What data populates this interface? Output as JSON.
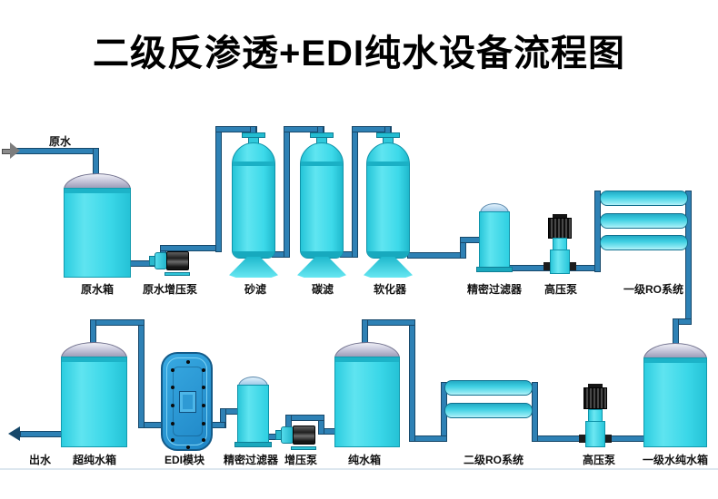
{
  "title": "二级反渗透+EDI纯水设备流程图",
  "labels": {
    "raw_water": "原水",
    "raw_water_tank": "原水箱",
    "raw_water_booster_pump": "原水增压泵",
    "sand_filter": "砂滤",
    "carbon_filter": "碳滤",
    "softener": "软化器",
    "precision_filter_1": "精密过滤器",
    "high_pressure_pump_1": "高压泵",
    "ro_stage1": "一级RO系统",
    "stage1_pure_water_tank": "一级水纯水箱",
    "high_pressure_pump_2": "高压泵",
    "ro_stage2": "二级RO系统",
    "pure_water_tank": "纯水箱",
    "booster_pump": "增压泵",
    "precision_filter_2": "精密过滤器",
    "edi_module": "EDI模块",
    "ultrapure_water_tank": "超纯水箱",
    "water_out": "出水"
  },
  "colors": {
    "pipe": "#2e81b5",
    "pipe_edge": "#17486a",
    "tank_body": "#35d5e6",
    "tank_dome": "#a9a9c4",
    "vessel_body": "#3bd6e7",
    "membrane": "#3ecfe2",
    "edi_blue": "#2498d6",
    "pump_motor": "#1a1a1a",
    "inlet_arrow": "#7d7d7d",
    "title_color": "#000000",
    "background": "#ffffff"
  }
}
